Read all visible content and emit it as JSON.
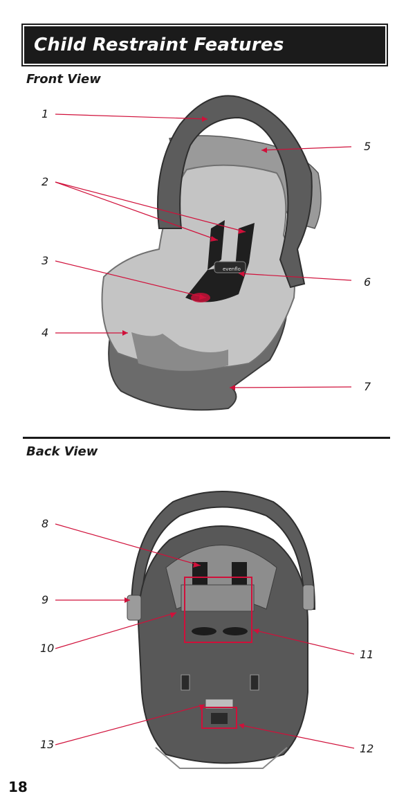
{
  "header": {
    "title": "Child Restraint Features"
  },
  "front_view": {
    "heading": "Front View",
    "callouts": [
      "1",
      "2",
      "3",
      "4",
      "5",
      "6",
      "7"
    ],
    "brand_mark": "evenflo"
  },
  "back_view": {
    "heading": "Back View",
    "callouts": [
      "8",
      "9",
      "10",
      "11",
      "12",
      "13"
    ]
  },
  "page": {
    "number": "18"
  },
  "colors": {
    "leader_line": "#d0103a",
    "title_bar": "#1b1b1b"
  }
}
